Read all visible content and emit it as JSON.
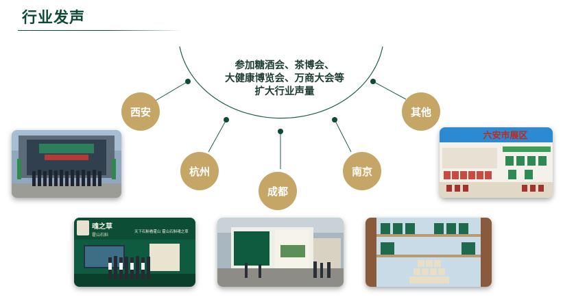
{
  "page": {
    "title": "行业发声",
    "center_lines": [
      "参加糖酒会、茶博会、",
      "大健康博览会、万商大会等",
      "扩大行业声量"
    ]
  },
  "cities": {
    "xian": "西安",
    "hangzhou": "杭州",
    "chengdu": "成都",
    "nanjing": "南京",
    "other": "其他"
  },
  "photos": {
    "other_sign": "六安市展区",
    "brand_name": "魂之草",
    "brand_tag": "霍山石斛",
    "slogan": "天下石斛看霍山 霍山石斛魂之草"
  },
  "colors": {
    "brand_green": "#0f4a36",
    "gold": "#c6a666",
    "arc": "#1f5c47"
  }
}
